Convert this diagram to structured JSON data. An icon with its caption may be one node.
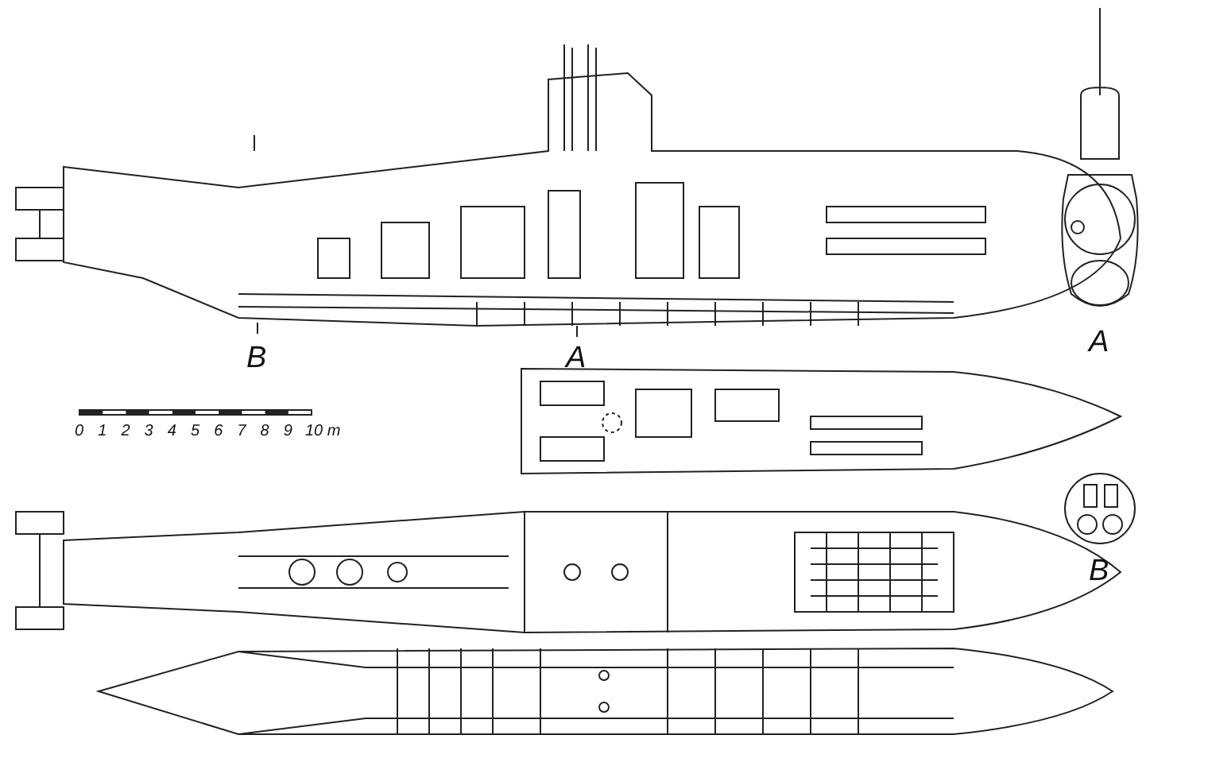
{
  "diagram": {
    "labels": [
      "B",
      "A",
      "A",
      "0",
      "1",
      "2",
      "3",
      "4",
      "5",
      "6",
      "7",
      "8",
      "9",
      "10 m",
      "B"
    ]
  }
}
